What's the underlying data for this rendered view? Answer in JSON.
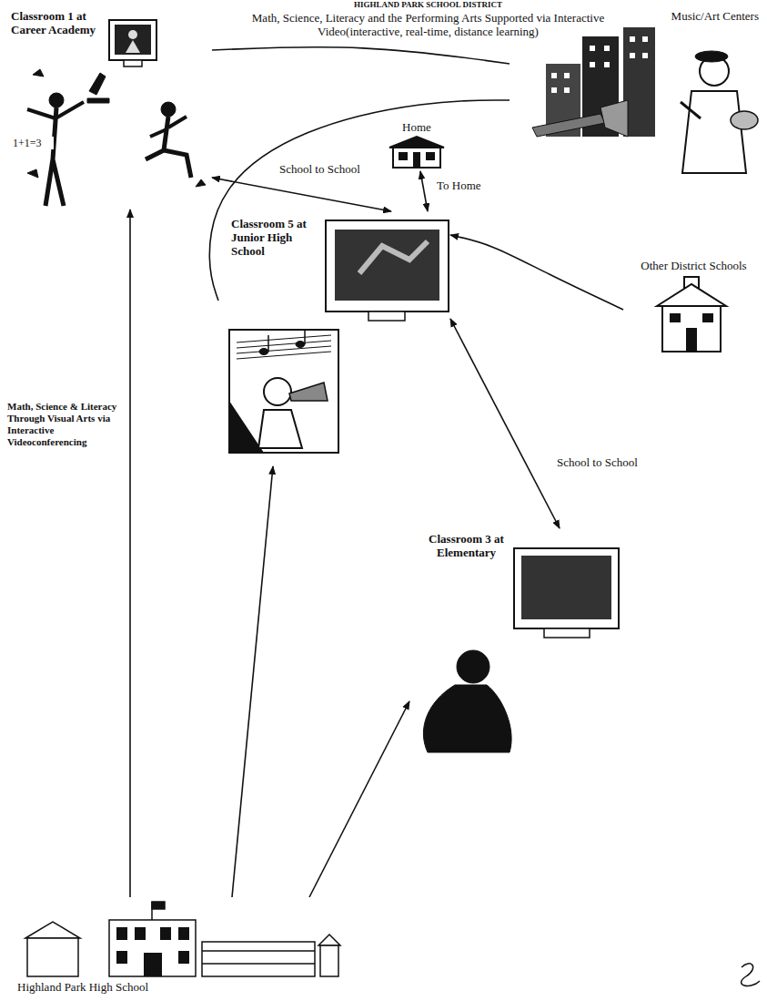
{
  "diagram": {
    "title": "Math, Science, Literacy and the Performing Arts Supported via Interactive Video(interactive, real-time, distance learning)",
    "nodes": [
      {
        "text": [
          "Classroom 1 at Career Academy"
        ]
      },
      {
        "text": [
          "Music/Art Centers"
        ]
      },
      {
        "text": [
          "Home"
        ]
      },
      {
        "text": [
          "Classroom 5 at Junior High School"
        ]
      },
      {
        "text": [
          "Other District Schools"
        ]
      },
      {
        "text": [
          "Classroom 3 at Elementary"
        ]
      },
      {
        "text": [
          "Highland Park High School"
        ]
      }
    ],
    "edges": [
      {
        "from": 0,
        "to": 1,
        "arrow": "none"
      },
      {
        "from": 0,
        "to": 3,
        "arrow": "both",
        "label": "School to School"
      },
      {
        "from": 1,
        "to": 3,
        "arrow": "none"
      },
      {
        "from": 2,
        "to": 3,
        "arrow": "both",
        "label": "To Home"
      },
      {
        "from": 4,
        "to": 3,
        "arrow": "to"
      },
      {
        "from": 3,
        "to": 5,
        "arrow": "both",
        "label": "School to School"
      },
      {
        "from": 6,
        "to": 0,
        "arrow": "to",
        "label": "Math, Science & Literacy Through Visual Arts via Interactive Videoconferencing"
      },
      {
        "from": 6,
        "to": 3,
        "arrow": "to"
      },
      {
        "from": 6,
        "to": 5,
        "arrow": "to"
      }
    ],
    "labels": [
      "HIGHLAND PARK SCHOOL DISTRICT",
      "1+1=3"
    ]
  }
}
